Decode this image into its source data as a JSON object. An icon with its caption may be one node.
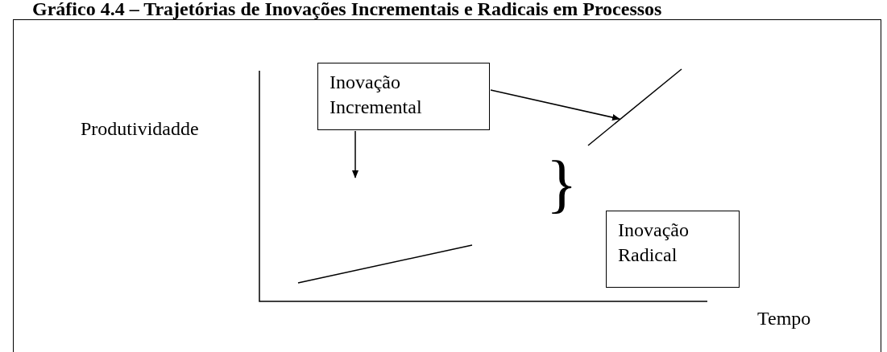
{
  "diagram": {
    "title": "Gráfico 4.4 – Trajetórias de Inovações Incrementais e Radicais em Processos",
    "nodes": [
      {
        "text": [
          "Inovação Incremental"
        ]
      },
      {
        "text": [],
        "shape": "line"
      },
      {
        "text": [],
        "shape": "line"
      },
      {
        "text": [
          "Inovação Radical"
        ]
      }
    ],
    "edges": [
      {
        "from": 0,
        "to": 1,
        "arrow": "to"
      },
      {
        "from": 0,
        "to": null,
        "arrow": "to"
      }
    ],
    "labels": [
      "Produtividadde",
      "}",
      "Tempo"
    ]
  }
}
